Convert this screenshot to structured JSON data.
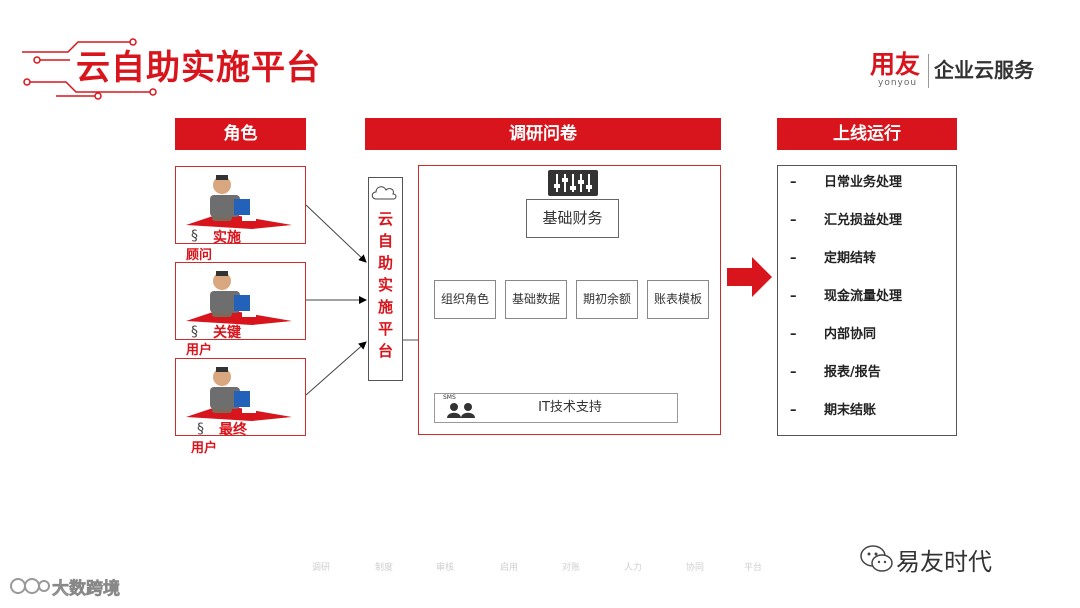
{
  "title": "云自助实施平台",
  "brand": {
    "name": "用友",
    "sub": "yonyou",
    "tagline": "企业云服务"
  },
  "headers": {
    "roles": "角色",
    "survey": "调研问卷",
    "online": "上线运行"
  },
  "roles": [
    {
      "mark": "§",
      "line1": "实施",
      "line2": "顾问"
    },
    {
      "mark": "§",
      "line1": "关键",
      "line2": "用户"
    },
    {
      "mark": "§",
      "line1": "最终",
      "line2": "用户"
    }
  ],
  "platform_vertical": [
    "云",
    "自",
    "助",
    "实",
    "施",
    "平",
    "台"
  ],
  "survey": {
    "base": "基础财务",
    "subs": [
      "组织角色",
      "基础数据",
      "期初余额",
      "账表模板"
    ],
    "it_support": "IT技术支持",
    "sms_label": "SMS"
  },
  "online_items": [
    {
      "dash": "–",
      "label": "日常业务处理"
    },
    {
      "dash": "–",
      "label": "汇兑损益处理"
    },
    {
      "dash": "–",
      "label": "定期结转"
    },
    {
      "dash": "–",
      "label": "现金流量处理"
    },
    {
      "dash": "–",
      "label": "内部协同"
    },
    {
      "dash": "–",
      "label": "报表/报告"
    },
    {
      "dash": "–",
      "label": "期末结账"
    }
  ],
  "footer_faint": [
    "调研",
    "制度",
    "审核",
    "启用",
    "对账",
    "人力",
    "协同",
    "平台"
  ],
  "watermark_right": "易友时代",
  "watermark_left": "大数跨境",
  "colors": {
    "accent": "#d8151c",
    "border": "#555555"
  }
}
